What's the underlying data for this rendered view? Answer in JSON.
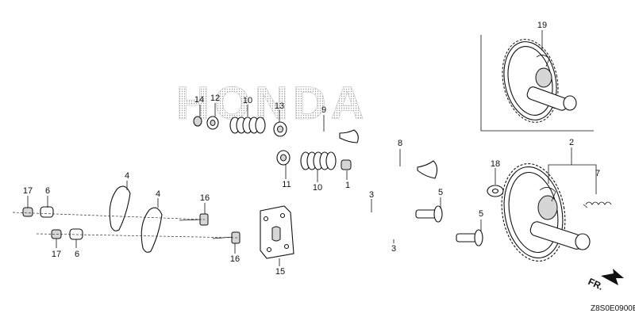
{
  "brand_watermark": "HONDA",
  "direction_label": "FR.",
  "diagram_code": "Z8S0E0900B",
  "callouts": {
    "c1": "1",
    "c3a": "3",
    "c3b": "3",
    "c4a": "4",
    "c4b": "4",
    "c5a": "5",
    "c5b": "5",
    "c6a": "6",
    "c6b": "6",
    "c7": "7",
    "c8": "8",
    "c9": "9",
    "c10a": "10",
    "c10b": "10",
    "c11": "11",
    "c12": "12",
    "c13": "13",
    "c14": "14",
    "c15": "15",
    "c16a": "16",
    "c16b": "16",
    "c17a": "17",
    "c17b": "17",
    "c18": "18",
    "c19": "19"
  },
  "colors": {
    "line": "#111111",
    "watermark": "#bdbdbd",
    "background": "#ffffff"
  }
}
